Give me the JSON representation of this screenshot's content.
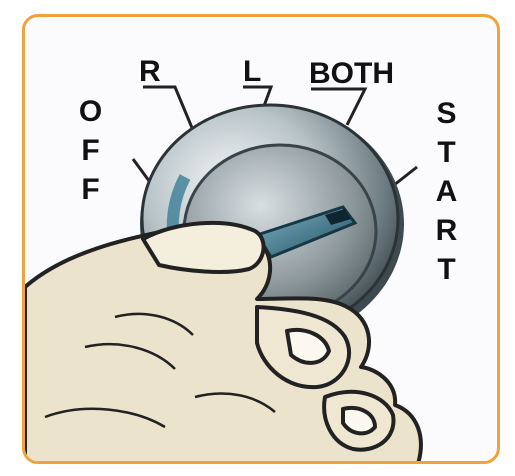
{
  "switch_labels": {
    "off": "OFF",
    "r": "R",
    "l": "L",
    "both": "BOTH",
    "start": "START"
  },
  "colors": {
    "frame_border": "#f0a23c",
    "background": "#fbfbfd",
    "skin": "#ece3cc",
    "steel_dark": "#5f6d73",
    "steel_light": "#dfe7ea",
    "key_blue": "#2f6f86"
  }
}
